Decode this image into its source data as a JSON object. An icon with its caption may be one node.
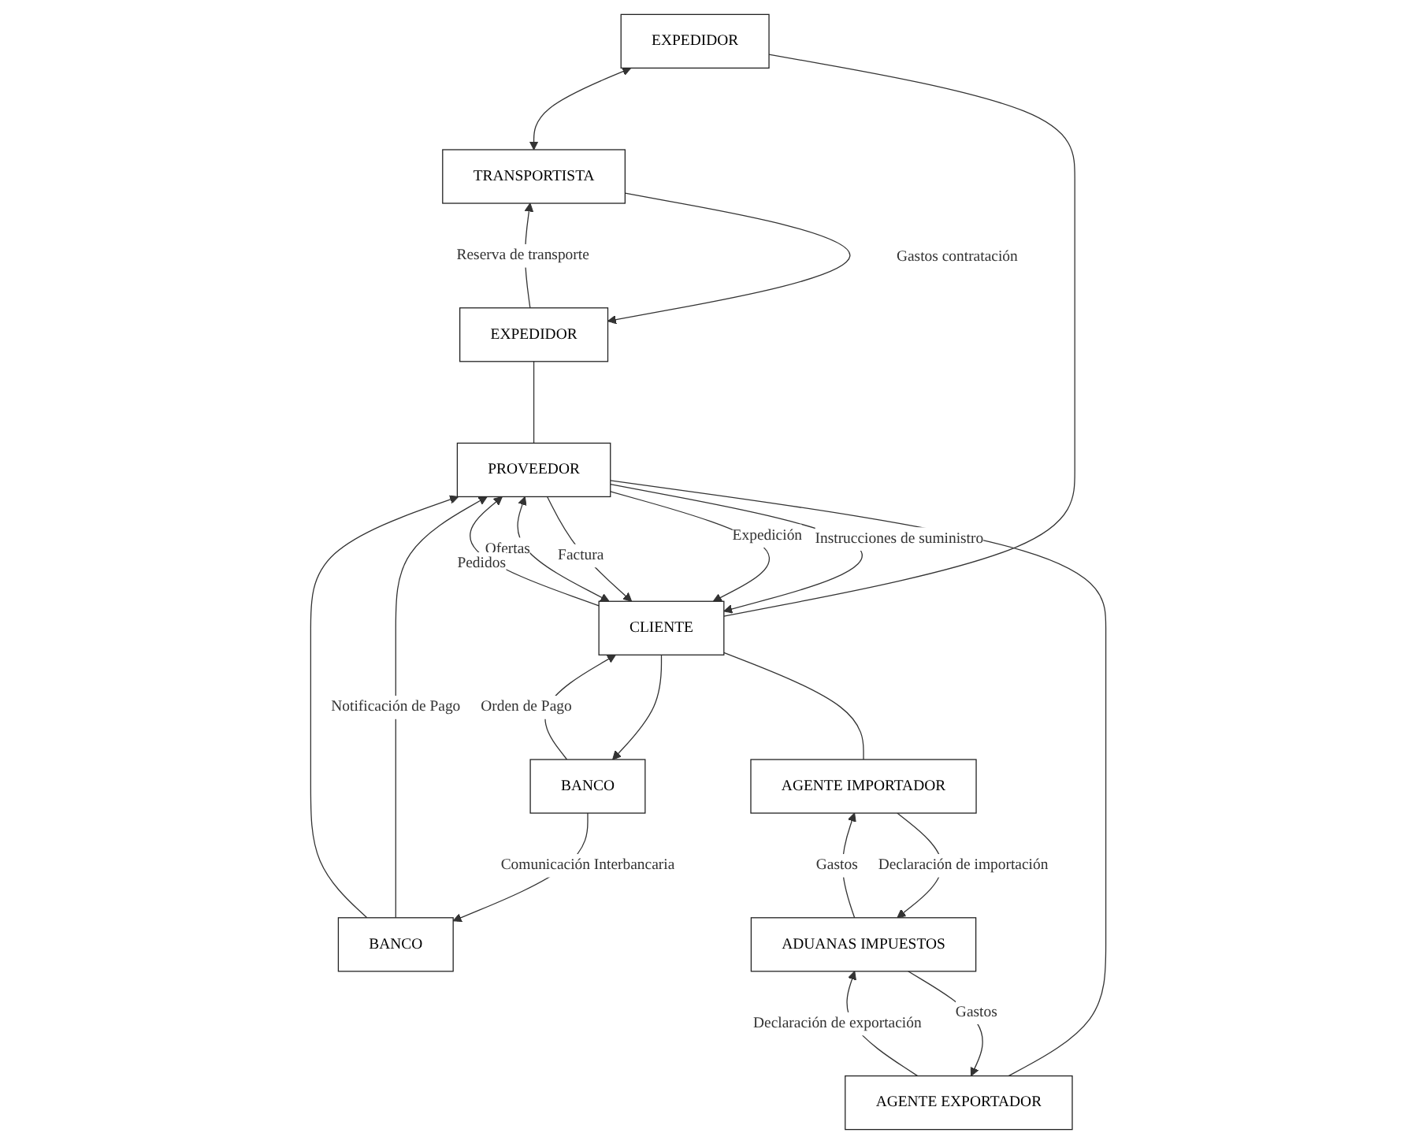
{
  "diagram": {
    "nodes": [
      {
        "text": [
          "TRANSPORTISTA"
        ]
      },
      {
        "text": [
          "EXPEDIDOR"
        ]
      },
      {
        "text": [
          "EXPEDIDOR"
        ]
      },
      {
        "text": [
          "CLIENTE"
        ]
      },
      {
        "text": [
          "PROVEEDOR"
        ]
      },
      {
        "text": [
          "BANCO"
        ]
      },
      {
        "text": [
          "BANCO"
        ]
      },
      {
        "text": [
          "AGENTE IMPORTADOR"
        ]
      },
      {
        "text": [
          "AGENTE EXPORTADOR"
        ]
      },
      {
        "text": [
          "ADUANAS IMPUESTOS"
        ]
      }
    ],
    "edges": [
      {
        "from": 1,
        "to": 0,
        "arrow": "both"
      },
      {
        "from": 2,
        "to": 0,
        "arrow": "to",
        "label": "Reserva de transporte"
      },
      {
        "from": 0,
        "to": 2,
        "arrow": "to",
        "label": "Gastos contratación"
      },
      {
        "from": 1,
        "to": 3,
        "arrow": "none"
      },
      {
        "from": 2,
        "to": 4,
        "arrow": "none"
      },
      {
        "from": 3,
        "to": 4,
        "arrow": "both",
        "label": "Ofertas"
      },
      {
        "from": 3,
        "to": 4,
        "arrow": "to",
        "label": "Pedidos"
      },
      {
        "from": 4,
        "to": 3,
        "arrow": "to",
        "label": "Instrucciones de suministro"
      },
      {
        "from": 4,
        "to": 3,
        "arrow": "to",
        "label": "Expedición"
      },
      {
        "from": 4,
        "to": 3,
        "arrow": "to",
        "label": "Factura"
      },
      {
        "from": 5,
        "to": 3,
        "arrow": "to",
        "label": "Orden de Pago"
      },
      {
        "from": 3,
        "to": 5,
        "arrow": "to"
      },
      {
        "from": 5,
        "to": 6,
        "arrow": "to",
        "label": "Comunicación Interbancaria"
      },
      {
        "from": 6,
        "to": 4,
        "arrow": "to",
        "label": "Notificación de Pago"
      },
      {
        "from": 6,
        "to": 4,
        "arrow": "to"
      },
      {
        "from": 3,
        "to": 7,
        "arrow": "none"
      },
      {
        "from": 4,
        "to": 8,
        "arrow": "none"
      },
      {
        "from": 9,
        "to": 7,
        "arrow": "to",
        "label": "Gastos"
      },
      {
        "from": 7,
        "to": 9,
        "arrow": "to",
        "label": "Declaración de importación"
      },
      {
        "from": 9,
        "to": 8,
        "arrow": "to",
        "label": "Gastos"
      },
      {
        "from": 8,
        "to": 9,
        "arrow": "to",
        "label": "Declaración de exportación"
      }
    ]
  }
}
